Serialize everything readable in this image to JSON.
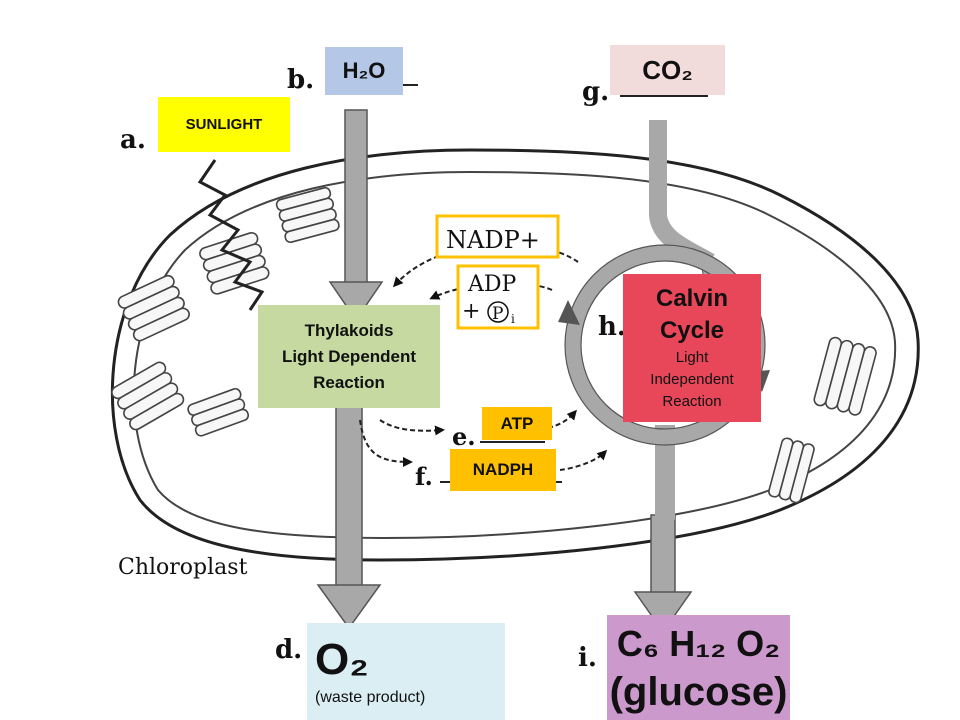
{
  "letters": {
    "a": "a.",
    "b": "b.",
    "d": "d.",
    "e": "e.",
    "f": "f.",
    "g": "g.",
    "h": "h.",
    "i": "i."
  },
  "labels": {
    "sunlight": "SUNLIGHT",
    "water": "H₂O",
    "carbon_dioxide": "CO₂",
    "nadp_plus": "NADP+",
    "adp": "ADP",
    "phosphate_plus": "+",
    "phosphate_p": "P",
    "phosphate_sub": "i",
    "atp": "ATP",
    "nadph": "NADPH",
    "chloroplast": "Chloroplast",
    "thylakoids": {
      "line1": "Thylakoids",
      "line2": "Light Dependent",
      "line3": "Reaction"
    },
    "calvin": {
      "line1": "Calvin",
      "line2": "Cycle",
      "line3": "Light",
      "line4": "Independent",
      "line5": "Reaction"
    },
    "oxygen": {
      "formula": "O₂",
      "note": "(waste product)"
    },
    "glucose": {
      "formula": "C₆ H₁₂ O₂",
      "note": "(glucose)"
    }
  },
  "colors": {
    "sunlight_fill": "#ffff00",
    "water_fill": "#b4c7e7",
    "co2_fill": "#f2dcdb",
    "thylakoid_fill": "#c5d9a0",
    "calvin_fill": "#e8475a",
    "oxygen_fill": "#daeef3",
    "glucose_fill": "#cc99cc",
    "atp_fill": "#ffc000",
    "highlight_border": "#ffc000",
    "arrow_gray": "#a8a8a8"
  }
}
